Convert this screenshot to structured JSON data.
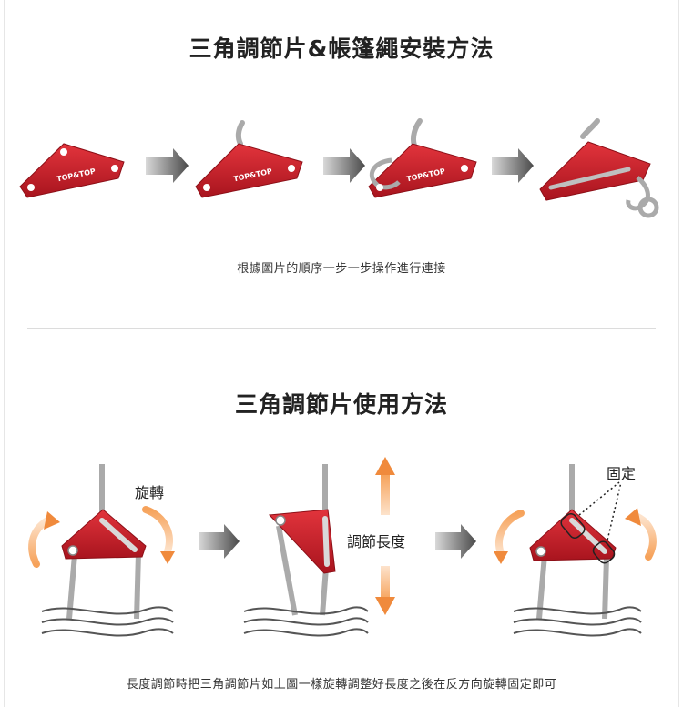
{
  "section1": {
    "title": "三角調節片&帳篷繩安裝方法",
    "caption": "根據圖片的順序一步一步操作進行連接",
    "step_labels": [
      "TOP&TOP",
      "TOP&TOP",
      "TOP&TOP"
    ]
  },
  "section2": {
    "title": "三角調節片使用方法",
    "label_rotate": "旋轉",
    "label_adjust": "調節長度",
    "label_fix": "固定",
    "caption": "長度調節時把三角調節片如上圖一樣旋轉調整好長度之後在反方向旋轉固定即可"
  },
  "colors": {
    "tensioner_red": "#c8202c",
    "cord_gray": "#aaaaaa",
    "arrow_gray": "#555555",
    "rotate_orange": "#f08a3c"
  }
}
